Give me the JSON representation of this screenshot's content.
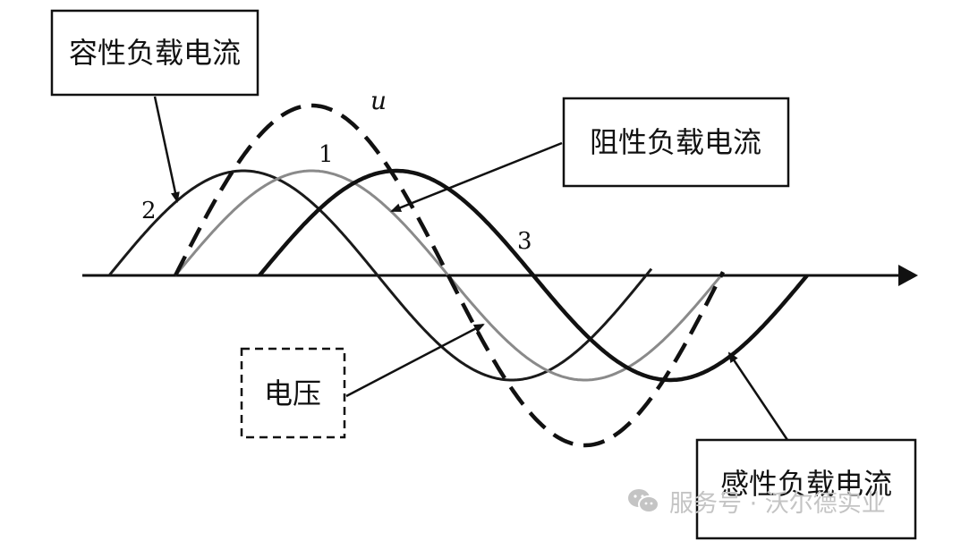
{
  "labels": {
    "capacitive": "容性负载电流",
    "resistive": "阻性负载电流",
    "voltage": "电压",
    "inductive": "感性负载电流"
  },
  "curve_numbers": {
    "resistive": "1",
    "capacitive": "2",
    "inductive": "3"
  },
  "voltage_symbol": "u",
  "watermark": {
    "text": "服务号 · 沃尔德实业",
    "icon": "wechat-icon"
  },
  "colors": {
    "line": "#111111",
    "resistive_curve": "#8a8a8a",
    "watermark": "#c4c4c4"
  }
}
